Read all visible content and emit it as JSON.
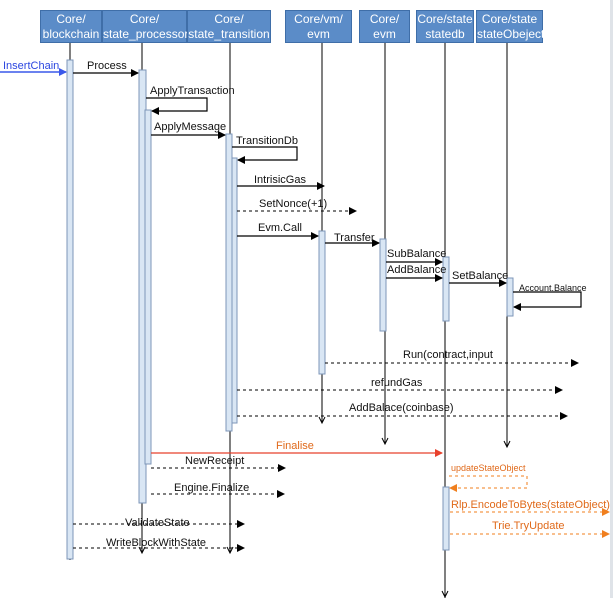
{
  "lifelines": [
    {
      "id": "blockchain",
      "line1": "Core/",
      "line2": "blockchain"
    },
    {
      "id": "state_processor",
      "line1": "Core/",
      "line2": "state_processor"
    },
    {
      "id": "state_transition",
      "line1": "Core/",
      "line2": "state_transition"
    },
    {
      "id": "vm_evm",
      "line1": "Core/vm/",
      "line2": "evm"
    },
    {
      "id": "evm",
      "line1": "Core/",
      "line2": "evm"
    },
    {
      "id": "statedb",
      "line1": "Core/state",
      "line2": "statedb"
    },
    {
      "id": "state_object",
      "line1": "Core/state",
      "line2": "stateObeject"
    }
  ],
  "messages": {
    "insert_chain": "InsertChain",
    "process": "Process",
    "apply_transaction": "ApplyTransaction",
    "apply_message": "ApplyMessage",
    "transition_db": "TransitionDb",
    "intrinsic_gas": "IntrisicGas",
    "set_nonce": "SetNonce(+1)",
    "evm_call": "Evm.Call",
    "transfer": "Transfer",
    "sub_balance": "SubBalance",
    "add_balance": "AddBalance",
    "set_balance": "SetBalance",
    "account_balance": "Account.Balance",
    "run": "Run(contract,input",
    "refund_gas": "refundGas",
    "add_balace_coinbase": "AddBalace(coinbase)",
    "finalise": "Finalise",
    "new_receipt": "NewReceipt",
    "update_state_object": "updateStateObject",
    "engine_finalize": "Engine.Finalize",
    "rlp_encode": "Rlp.EncodeToBytes(stateObject)",
    "validate_state": "ValidateState",
    "trie_try_update": "Trie.TryUpdate",
    "write_block_with_state": "WriteBlockWithState"
  },
  "colors": {
    "header_fill": "#5b8cc8",
    "activation_fill": "#d9e6f4",
    "highlight_red": "#e06a1b",
    "arrow_red": "#e8412c",
    "entry_blue": "#2b46e0"
  }
}
